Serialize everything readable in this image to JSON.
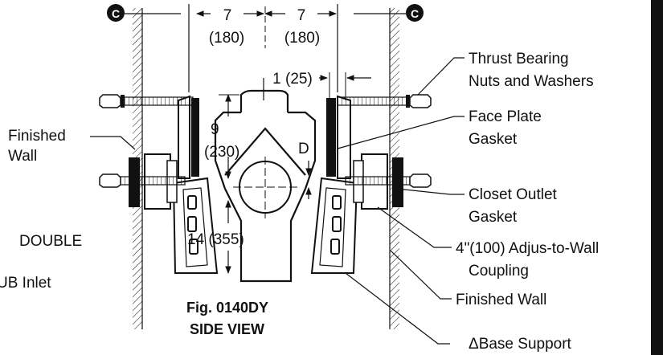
{
  "figure": {
    "caption_line1": "Fig. 0140DY",
    "caption_line2": "SIDE VIEW",
    "centerline_symbol": "C"
  },
  "dimensions": {
    "left_span_in": "7",
    "left_span_mm": "(180)",
    "right_span_in": "7",
    "right_span_mm": "(180)",
    "gap": "1 (25)",
    "height_upper_in": "9",
    "height_upper_mm": "(230)",
    "depth_symbol": "D",
    "height_lower": "14 (355)"
  },
  "labels": {
    "finished_wall_left_line1": "Finished",
    "finished_wall_left_line2": "Wall",
    "double": "DOUBLE",
    "inlet": "UB Inlet",
    "thrust_bearing_line1": "Thrust Bearing",
    "thrust_bearing_line2": "Nuts and Washers",
    "face_plate_line1": "Face Plate",
    "face_plate_line2": "Gasket",
    "closet_outlet_line1": "Closet Outlet",
    "closet_outlet_line2": "Gasket",
    "coupling_line1": "4\"(100) Adjus-to-Wall",
    "coupling_line2": "Coupling",
    "finished_wall_right": "Finished Wall",
    "base_support": "ΔBase Support"
  }
}
